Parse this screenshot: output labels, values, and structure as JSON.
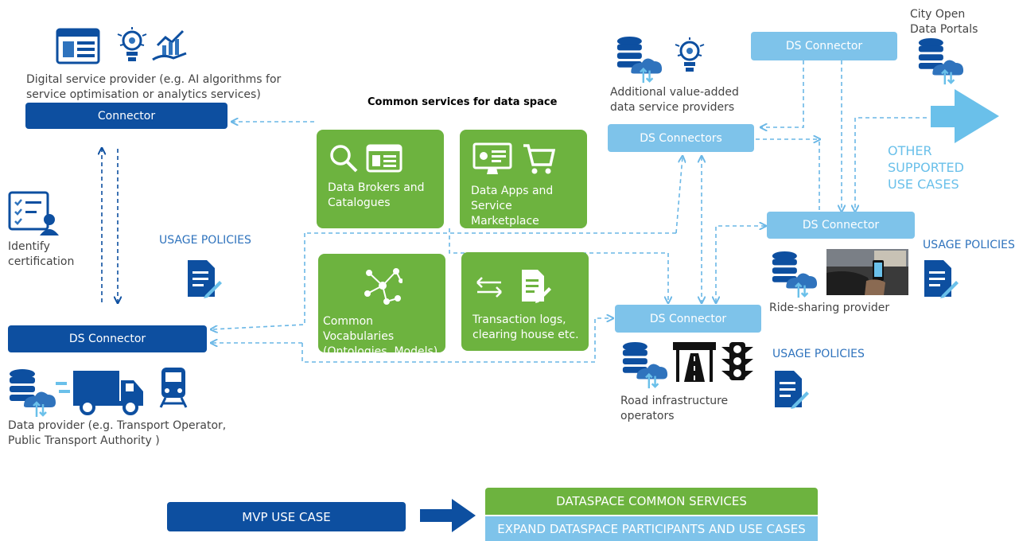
{
  "connector_left_top": "Connector",
  "connector_left_bottom": "DS Connector",
  "connector_top_right": "DS Connector",
  "connectors_right_mid": "DS Connectors",
  "connector_right": "DS Connector",
  "connector_bottom_center": "DS Connector",
  "digital_service_provider": [
    "Digital service provider (e.g. AI algorithms for",
    "service optimisation or analytics services)"
  ],
  "identify_certification": [
    "Identify",
    "certification"
  ],
  "data_provider": [
    "Data provider (e.g. Transport Operator,",
    "Public Transport Authority )"
  ],
  "common_services_title": "Common services for data space",
  "tiles": {
    "brokers": [
      "Data Brokers and",
      "Catalogues"
    ],
    "apps": [
      "Data Apps and",
      "Service Marketplace"
    ],
    "vocab": [
      "Common Vocabularies",
      "(Ontologies, Models)"
    ],
    "transactions": [
      "Transaction logs,",
      "clearing house etc."
    ]
  },
  "usage_policies": "USAGE POLICIES",
  "value_added": [
    "Additional value-added",
    "data service providers"
  ],
  "city_open_data": [
    "City Open",
    "Data Portals"
  ],
  "other_use_cases": [
    "OTHER",
    "SUPPORTED",
    "USE CASES"
  ],
  "ride_sharing": "Ride-sharing provider",
  "road_infra": [
    "Road infrastructure",
    "operators"
  ],
  "legend": {
    "mvp": "MVP USE CASE",
    "common": "DATASPACE COMMON SERVICES",
    "expand": "EXPAND DATASPACE PARTICIPANTS  AND USE CASES"
  },
  "colors": {
    "dark_blue": "#0d4fa0",
    "light_blue": "#7ec3ea",
    "green": "#6db33f",
    "policy_blue": "#2f73bd"
  }
}
